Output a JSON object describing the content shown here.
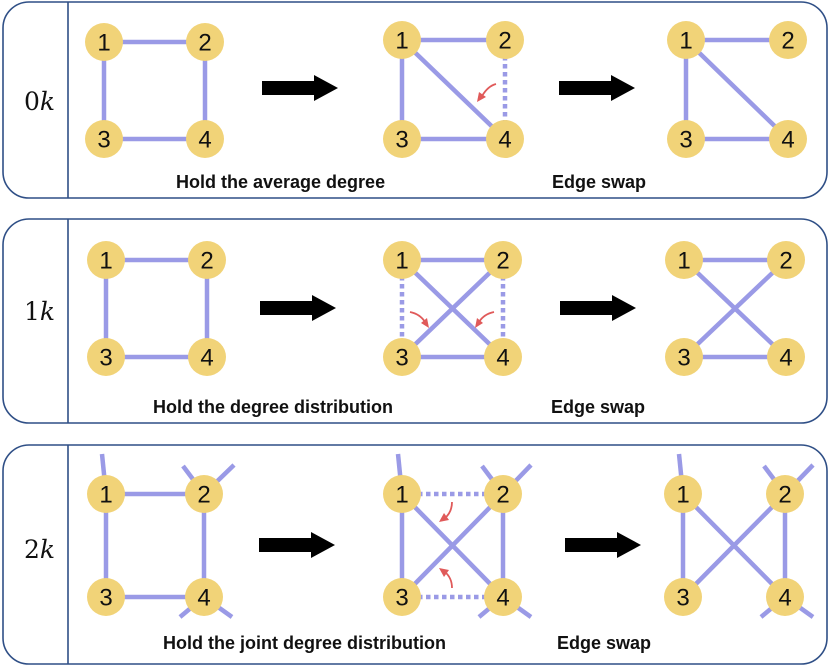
{
  "rows": [
    {
      "label_num": "0",
      "label_var": "k",
      "caption_left": "Hold the average degree",
      "caption_right": "Edge swap",
      "graphs": [
        {
          "nodes": [
            "1",
            "2",
            "3",
            "4"
          ]
        },
        {
          "nodes": [
            "1",
            "2",
            "3",
            "4"
          ]
        },
        {
          "nodes": [
            "1",
            "2",
            "3",
            "4"
          ]
        }
      ]
    },
    {
      "label_num": "1",
      "label_var": "k",
      "caption_left": "Hold the degree distribution",
      "caption_right": "Edge swap",
      "graphs": [
        {
          "nodes": [
            "1",
            "2",
            "3",
            "4"
          ]
        },
        {
          "nodes": [
            "1",
            "2",
            "3",
            "4"
          ]
        },
        {
          "nodes": [
            "1",
            "2",
            "3",
            "4"
          ]
        }
      ]
    },
    {
      "label_num": "2",
      "label_var": "k",
      "caption_left": "Hold the joint degree distribution",
      "caption_right": "Edge swap",
      "graphs": [
        {
          "nodes": [
            "1",
            "2",
            "3",
            "4"
          ]
        },
        {
          "nodes": [
            "1",
            "2",
            "3",
            "4"
          ]
        },
        {
          "nodes": [
            "1",
            "2",
            "3",
            "4"
          ]
        }
      ]
    }
  ],
  "colors": {
    "node_fill": "#f1d378",
    "edge": "#9a9ae6",
    "swap_arrow": "#e05a5a",
    "panel_border": "#2f4f86"
  }
}
